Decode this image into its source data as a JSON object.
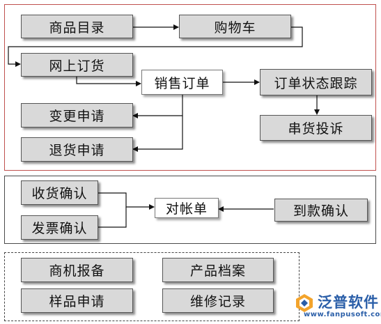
{
  "nodes": {
    "catalog": "商品目录",
    "cart": "购物车",
    "online_order": "网上订货",
    "sales_order": "销售订单",
    "order_tracking": "订单状态跟踪",
    "change_request": "变更申请",
    "return_request": "退货申请",
    "complaint": "串货投诉",
    "receipt_confirm": "收货确认",
    "invoice_confirm": "发票确认",
    "reconciliation": "对帐单",
    "payment_confirm": "到款确认",
    "opportunity_report": "商机报备",
    "product_archive": "产品档案",
    "sample_request": "样品申请",
    "repair_record": "维修记录"
  },
  "logo": {
    "name": "泛普软件",
    "url": "www.fanpusoft.com"
  },
  "colors": {
    "panel_border": "#c0504d",
    "node_fill": "#d9d9d9",
    "logo_blue": "#2a5ea8"
  }
}
